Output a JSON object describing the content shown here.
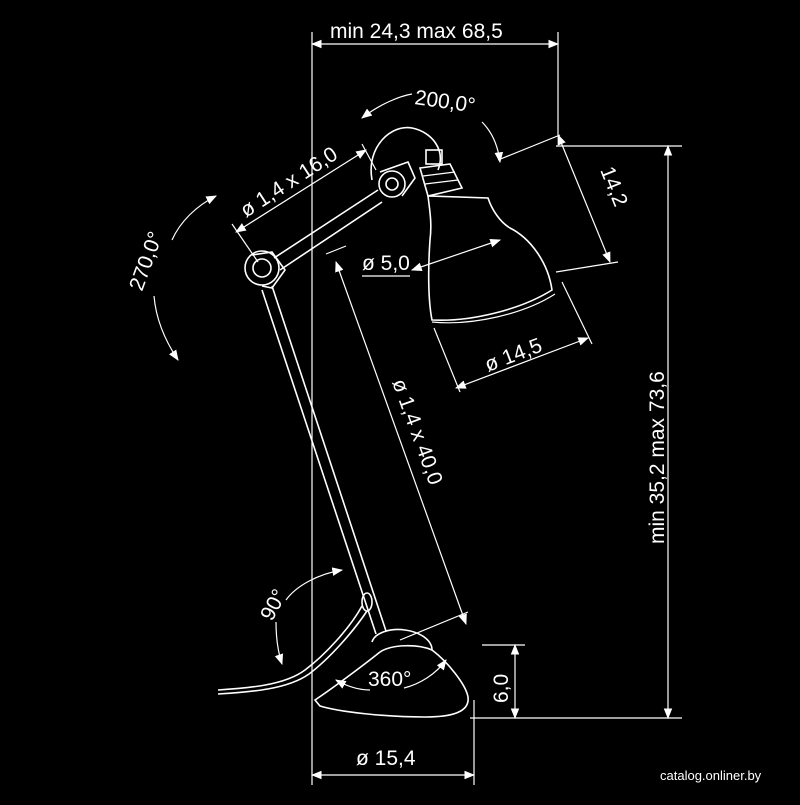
{
  "dimensions": {
    "arm_reach": "min 24,3   max 68,5",
    "shade_rotation": "200,0°",
    "upper_arm": "ø 1,4 x 16,0",
    "shoulder_rotation": "270,0°",
    "shade_height": "14,2",
    "socket_diameter": "ø 5,0",
    "shade_diameter": "ø 14,5",
    "lower_arm": "ø 1,4 x 40,0",
    "lamp_height": "min 35,2  max 73,6",
    "base_tilt": "90°",
    "base_rotation": "360°",
    "base_height": "6,0",
    "base_diameter": "ø 15,4"
  },
  "watermark": "catalog.onliner.by",
  "colors": {
    "background": "#000000",
    "line": "#ffffff"
  }
}
